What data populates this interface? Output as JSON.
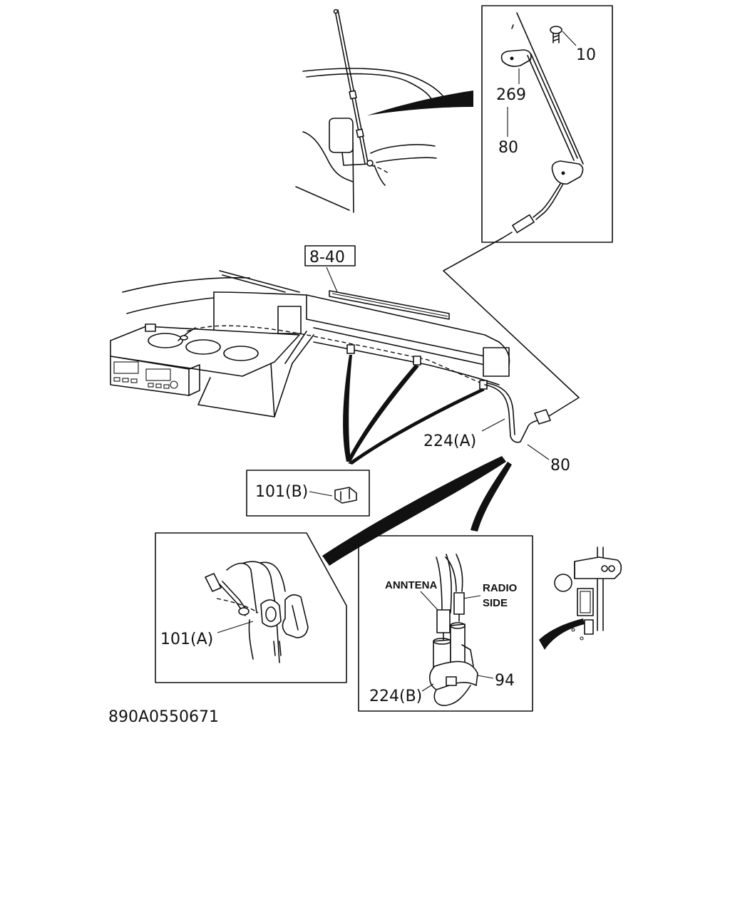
{
  "labels": {
    "part_10": "10",
    "part_269": "269",
    "part_80_top": "80",
    "ref_8_40": "8-40",
    "part_224a": "224(A)",
    "part_80_mid": "80",
    "part_101b": "101(B)",
    "part_101a": "101(A)",
    "anntena_label": "ANNTENA",
    "radio_side_line1": "RADIO",
    "radio_side_line2": "SIDE",
    "part_94": "94",
    "part_224b": "224(B)",
    "drawing_number": "890A0550671"
  },
  "colors": {
    "ink": "#111111",
    "paper": "#ffffff"
  }
}
